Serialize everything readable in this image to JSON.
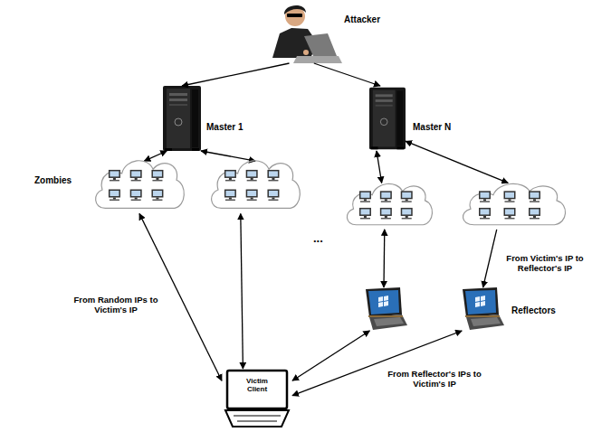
{
  "diagram": {
    "nodes": [
      {
        "text": [
          "Attacker"
        ]
      },
      {
        "text": [
          "Master 1"
        ]
      },
      {
        "text": [
          "Master N"
        ]
      },
      {
        "text": [
          "Zombies"
        ]
      },
      {
        "text": []
      },
      {
        "text": []
      },
      {
        "text": []
      },
      {
        "text": []
      },
      {
        "text": [
          "Reflectors"
        ]
      },
      {
        "text": [
          "Victim Client"
        ]
      }
    ],
    "edges": [
      {
        "from": 0,
        "to": 1,
        "arrow": "to"
      },
      {
        "from": 0,
        "to": 2,
        "arrow": "to"
      },
      {
        "from": 1,
        "to": 3,
        "arrow": "both"
      },
      {
        "from": 1,
        "to": 4,
        "arrow": "both"
      },
      {
        "from": 2,
        "to": 5,
        "arrow": "both"
      },
      {
        "from": 2,
        "to": 6,
        "arrow": "both"
      },
      {
        "from": 3,
        "to": 9,
        "label": "From Random IPs to Victim's IP",
        "arrow": "both"
      },
      {
        "from": 4,
        "to": 9,
        "arrow": "both"
      },
      {
        "from": 5,
        "to": 7,
        "arrow": "both"
      },
      {
        "from": 6,
        "to": 8,
        "label": "From Victim's IP to Reflector's IP",
        "arrow": "to"
      },
      {
        "from": 7,
        "to": 9,
        "arrow": "both"
      },
      {
        "from": 8,
        "to": 9,
        "label": "From Reflector's IPs to Victim's IP",
        "arrow": "both"
      }
    ],
    "labels": [
      "..."
    ]
  }
}
